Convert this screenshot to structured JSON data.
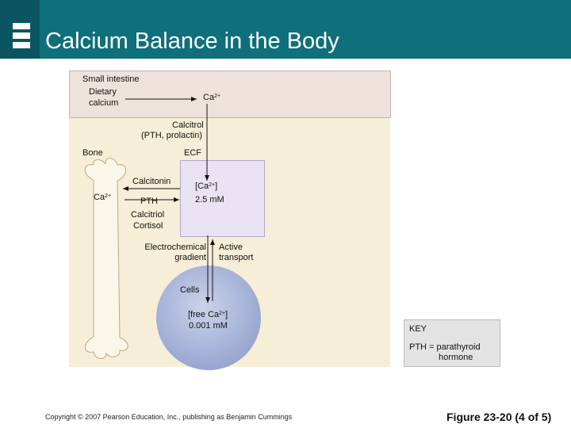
{
  "title": "Calcium Balance in the Body",
  "colors": {
    "header": "#0f6f7a",
    "intestine_fill": "#efe2dc",
    "ecf_fill": "#e9e2f2",
    "cell_fill": "#9aa8d2",
    "key_fill": "#e3e3e3"
  },
  "diagram": {
    "small_intestine": "Small intestine",
    "dietary_calcium_1": "Dietary",
    "dietary_calcium_2": "calcium",
    "ca_intestine": "Ca",
    "charge": "2+",
    "calcitrol": "Calcitrol",
    "pth_prolactin": "(PTH, prolactin)",
    "bone": "Bone",
    "ecf": "ECF",
    "calcitonin": "Calcitonin",
    "ca_bone": "Ca",
    "ca_ecf_open": "[Ca",
    "ca_ecf_close": "]",
    "ecf_conc": "2.5 mM",
    "pth": "PTH",
    "calcitriol": "Calcitriol",
    "cortisol": "Cortisol",
    "electrochemical": "Electrochemical",
    "gradient": "gradient",
    "active": "Active",
    "transport": "transport",
    "cells": "Cells",
    "free_ca_open": "[free Ca",
    "free_ca_close": "]",
    "cell_conc": "0.001 mM"
  },
  "key": {
    "title": "KEY",
    "line1": "PTH = parathyroid",
    "line2": "hormone"
  },
  "footer": {
    "copyright": "Copyright © 2007 Pearson Education, Inc., publishing as Benjamin Cummings",
    "figure": "Figure 23-20 (4 of 5)"
  }
}
